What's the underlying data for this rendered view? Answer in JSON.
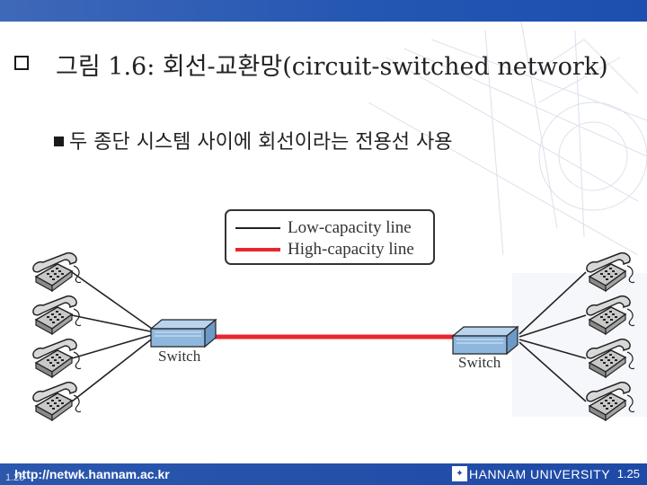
{
  "slide": {
    "title": "그림 1.6: 회선-교환망(circuit-switched network)",
    "bullet": "두 종단 시스템 사이에 회선이라는 전용선 사용"
  },
  "diagram": {
    "legend": {
      "low_label": "Low-capacity line",
      "high_label": "High-capacity line"
    },
    "switch_left_label": "Switch",
    "switch_right_label": "Switch",
    "colors": {
      "low": "#222222",
      "high": "#e8262e",
      "switch": "#8fb7de"
    }
  },
  "footer": {
    "url": "http://netwk.hannam.ac.kr",
    "university": "HANNAM UNIVERSITY",
    "page": "1.25",
    "page_small": "1.25"
  }
}
